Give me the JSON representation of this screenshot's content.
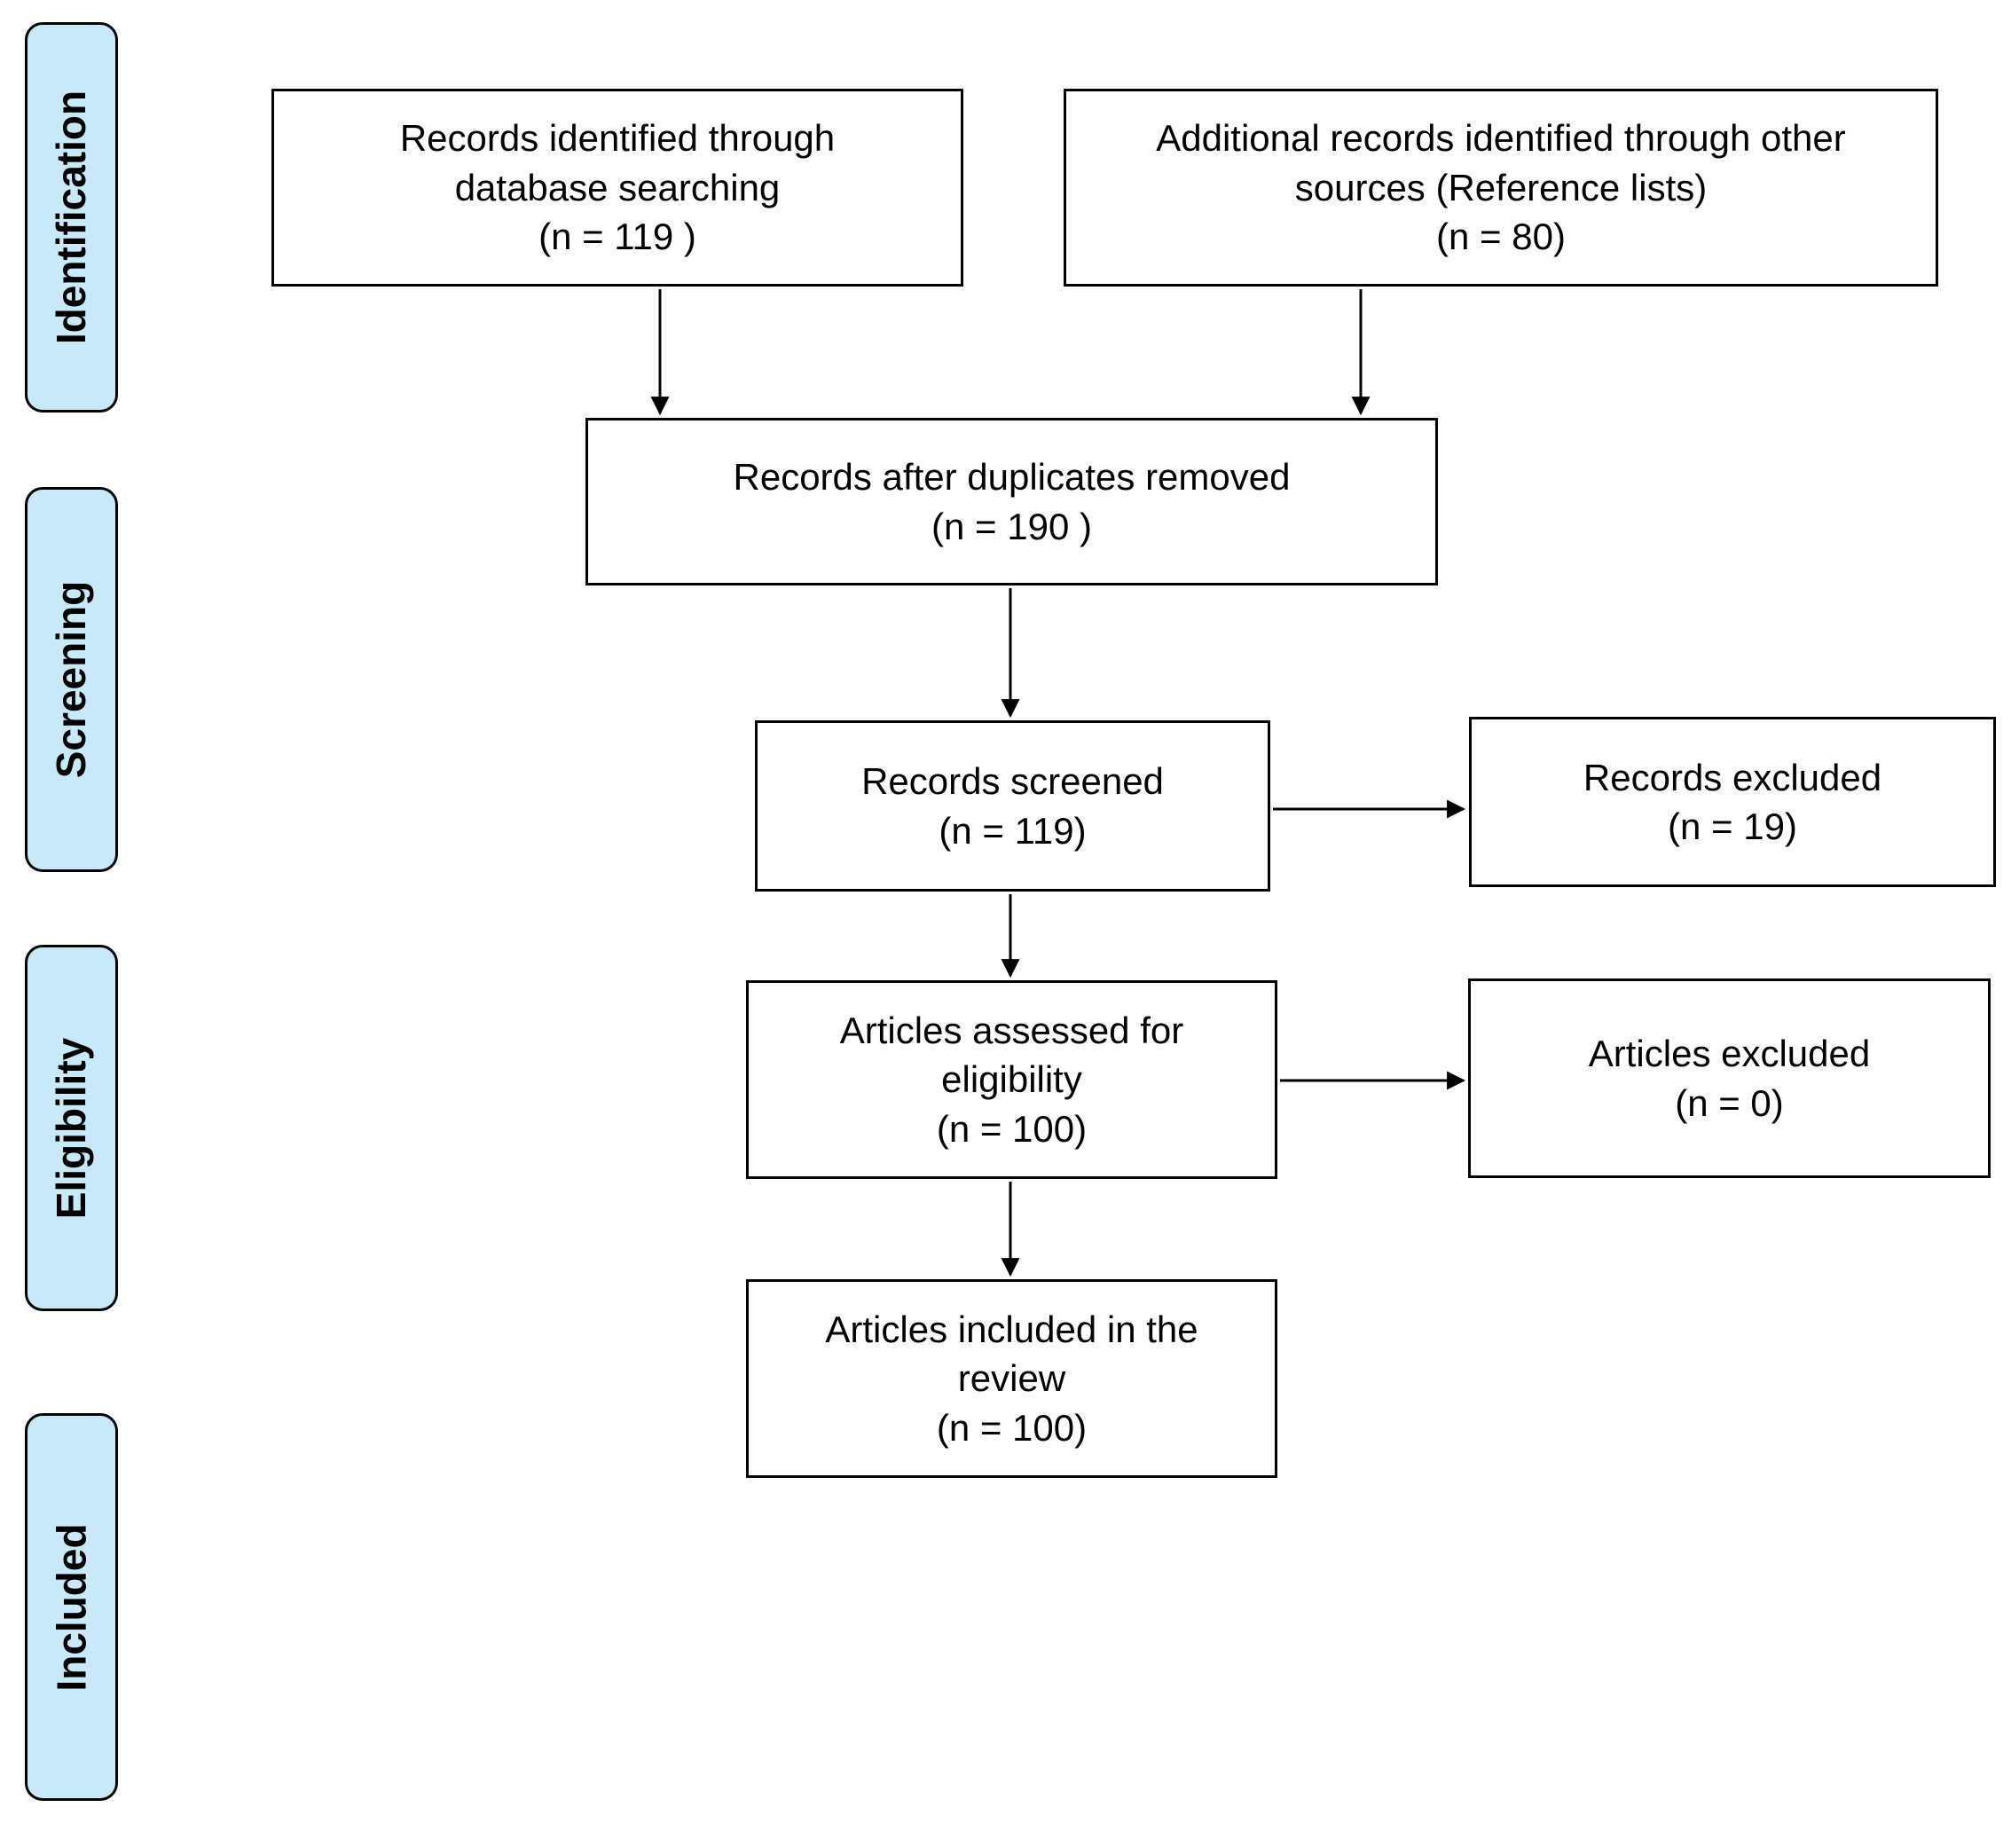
{
  "colors": {
    "background": "#ffffff",
    "stage_fill": "#c9e8f8",
    "stage_border": "#000000",
    "box_fill": "#ffffff",
    "box_border": "#000000",
    "arrow": "#000000",
    "text": "#000000"
  },
  "stages": [
    {
      "label": "Identification"
    },
    {
      "label": "Screening"
    },
    {
      "label": "Eligibility"
    },
    {
      "label": "Included"
    }
  ],
  "boxes": [
    {
      "key": "records-identified",
      "text": "Records identified through\ndatabase searching\n(n = 119 )"
    },
    {
      "key": "additional-records",
      "text": "Additional records identified through other\nsources (Reference lists)\n(n = 80)"
    },
    {
      "key": "after-duplicates",
      "text": "Records after duplicates removed\n(n = 190 )"
    },
    {
      "key": "records-screened",
      "text": "Records screened\n(n = 119)"
    },
    {
      "key": "records-excluded",
      "text": "Records excluded\n(n = 19)"
    },
    {
      "key": "articles-assessed",
      "text": "Articles assessed for\neligibility\n(n = 100)"
    },
    {
      "key": "articles-excluded",
      "text": "Articles excluded\n(n = 0)"
    },
    {
      "key": "articles-included",
      "text": "Articles included in the\nreview\n(n = 100)"
    }
  ]
}
